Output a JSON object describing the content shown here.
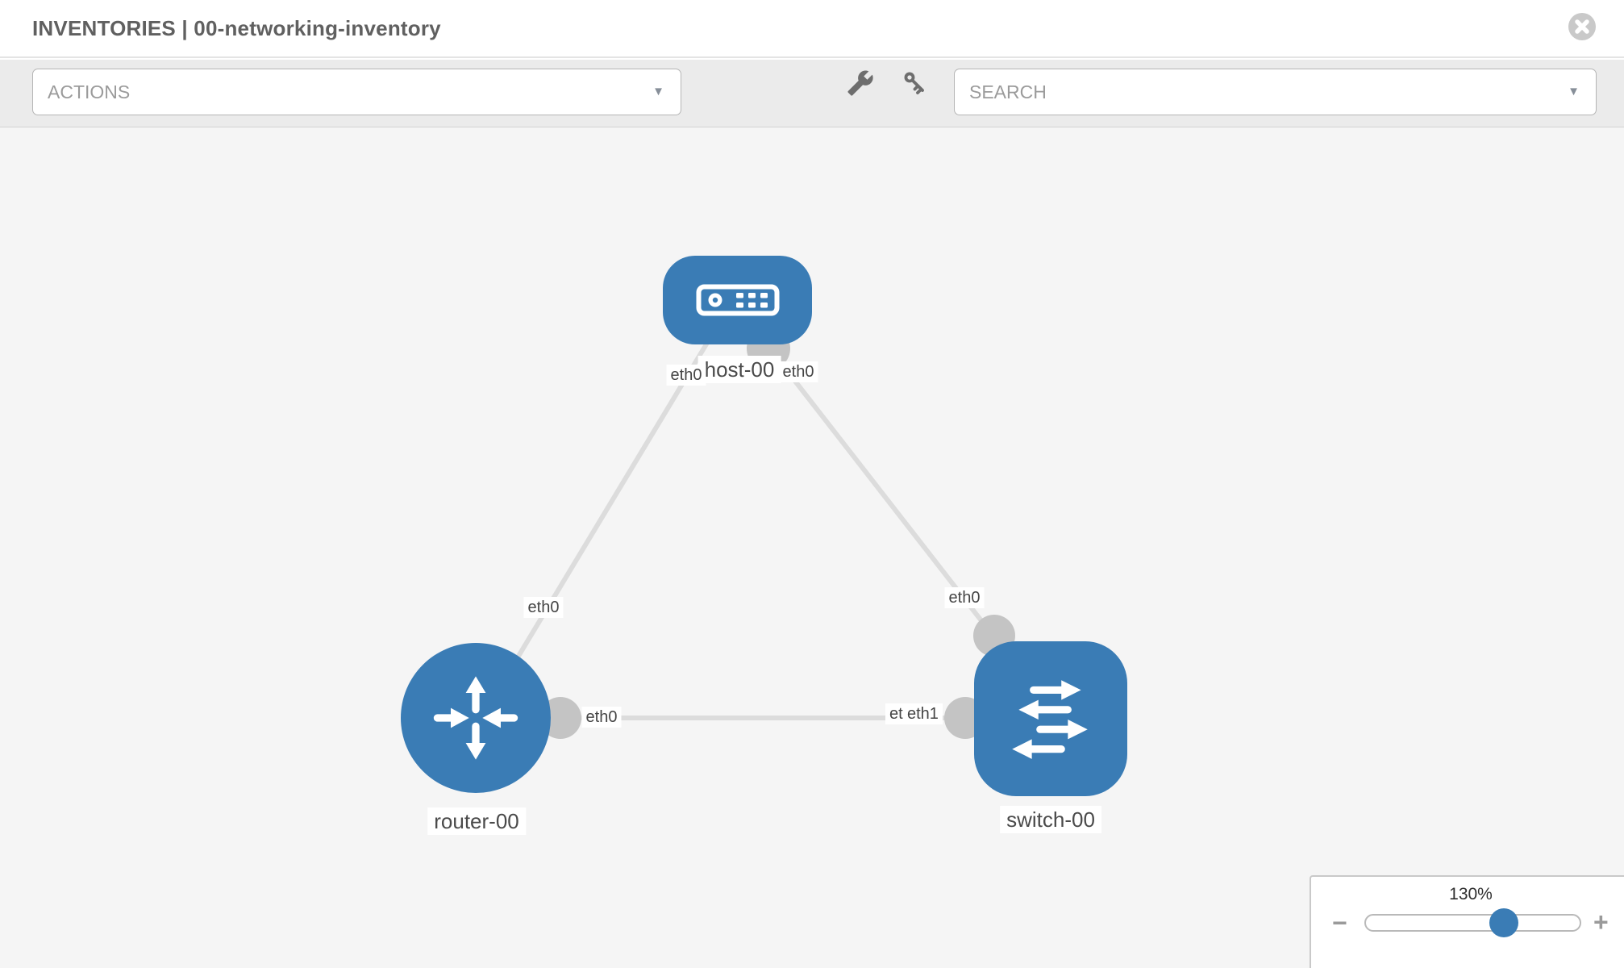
{
  "header": {
    "title": "INVENTORIES | 00-networking-inventory"
  },
  "toolbar": {
    "actions_label": "ACTIONS",
    "search_label": "SEARCH",
    "icons": [
      "wrench-icon",
      "key-icon"
    ]
  },
  "topology": {
    "nodes": [
      {
        "label": "host-00",
        "type": "host",
        "shape": "rounded-rect"
      },
      {
        "label": "router-00",
        "type": "router",
        "shape": "circle"
      },
      {
        "label": "switch-00",
        "type": "switch",
        "shape": "rounded-square"
      }
    ],
    "links": [
      {
        "from": "host-00",
        "from_port": "eth0",
        "to": "router-00",
        "to_port": "eth0"
      },
      {
        "from": "host-00",
        "from_port": "eth0",
        "to": "switch-00",
        "to_port": "eth0"
      },
      {
        "from": "router-00",
        "from_port": "eth0",
        "to": "switch-00",
        "to_port": "eth1"
      }
    ],
    "port_labels": {
      "host_left": "eth0",
      "host_right": "eth0",
      "router_top": "eth0",
      "switch_top": "eth0",
      "router_right": "eth0",
      "switch_left_back": "eth0",
      "switch_left_front": "eth1"
    }
  },
  "zoom_control": {
    "level": "130%",
    "minus_label": "−",
    "plus_label": "+"
  },
  "colors": {
    "node_blue": "#3a7cb5",
    "link_gray": "#dcdcdc",
    "port_gray": "#c4c4c4",
    "canvas_bg": "#f5f5f5",
    "toolbar_bg": "#ebebeb"
  }
}
